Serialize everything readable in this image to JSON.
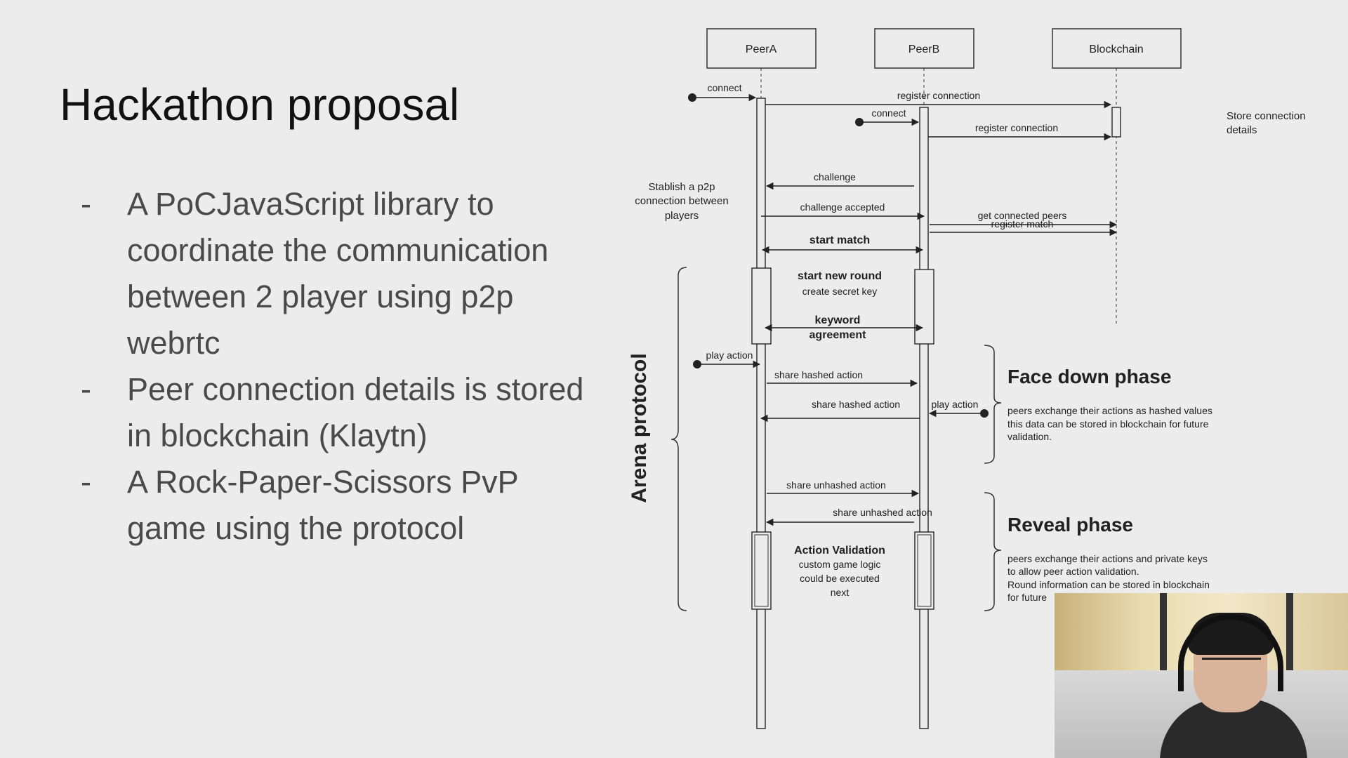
{
  "slide": {
    "title": "Hackathon proposal",
    "bullets": [
      {
        "marker": "-",
        "text": "A PoCJavaScript library to coordinate the communication between 2 player using p2p webrtc"
      },
      {
        "marker": "-",
        "text": "Peer connection details is stored in blockchain (Klaytn)"
      },
      {
        "marker": "-",
        "text": "A Rock-Paper-Scissors PvP game using the protocol"
      }
    ]
  },
  "diagram": {
    "participants": [
      "PeerA",
      "PeerB",
      "Blockchain"
    ],
    "messages": {
      "connect_a": "connect",
      "register_connection_a": "register connection",
      "connect_b": "connect",
      "register_connection_b": "register connection",
      "challenge": "challenge",
      "challenge_accepted": "challenge accepted",
      "get_connected_peers": "get connected peers",
      "register_match": "register match",
      "start_match": "start match",
      "keyword_agreement_1": "keyword",
      "keyword_agreement_2": "agreement",
      "play_action_a": "play action",
      "share_hashed_action_a": "share hashed action",
      "share_hashed_action_b": "share hashed action",
      "play_action_b": "play action",
      "share_unhashed_action_a": "share unhashed action",
      "share_unhashed_action_b": "share unhashed action"
    },
    "notes": {
      "store_connection_1": "Store connection",
      "store_connection_2": "details",
      "stablish_1": "Stablish a p2p",
      "stablish_2": "connection between",
      "stablish_3": "players",
      "start_new_round": "start new round",
      "create_secret_key": "create secret key",
      "action_validation": "Action Validation",
      "custom_logic_1": "custom game logic",
      "custom_logic_2": "could be executed",
      "custom_logic_3": "next"
    },
    "arena_label": "Arena protocol",
    "face_down": {
      "title": "Face down phase",
      "lines": [
        "peers exchange their actions as hashed values",
        "this data can be stored in blockchain for future",
        "validation."
      ]
    },
    "reveal": {
      "title": "Reveal phase",
      "lines": [
        "peers exchange their actions and private keys",
        "to allow peer action validation.",
        "Round information can be stored in blockchain",
        "for future"
      ]
    }
  }
}
